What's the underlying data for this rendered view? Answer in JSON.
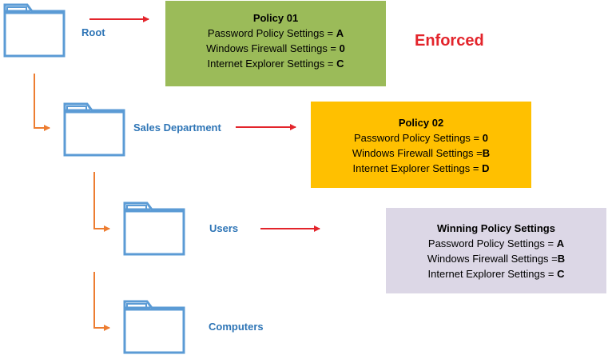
{
  "nodes": {
    "root": "Root",
    "sales": "Sales Department",
    "users": "Users",
    "computers": "Computers"
  },
  "policy01": {
    "title": "Policy 01",
    "password_label": "Password Policy Settings = ",
    "password_value": "A",
    "firewall_label": "Windows Firewall Settings = ",
    "firewall_value": "0",
    "ie_label": "Internet Explorer Settings = ",
    "ie_value": "C"
  },
  "policy02": {
    "title": "Policy 02",
    "password_label": "Password Policy Settings = ",
    "password_value": "0",
    "firewall_label": "Windows Firewall Settings =",
    "firewall_value": "B",
    "ie_label": "Internet Explorer Settings = ",
    "ie_value": "D"
  },
  "winning": {
    "title": "Winning Policy Settings",
    "password_label": "Password Policy Settings = ",
    "password_value": "A",
    "firewall_label": "Windows Firewall Settings =",
    "firewall_value": "B",
    "ie_label": "Internet Explorer Settings = ",
    "ie_value": "C"
  },
  "enforced": "Enforced",
  "colors": {
    "folder": "#5b9bd5",
    "label": "#2e75b6",
    "arrow_red": "#e3242b",
    "arrow_orange": "#ed7d31",
    "policy01_bg": "#9bbb59",
    "policy02_bg": "#ffc000",
    "winning_bg": "#dcd7e6"
  }
}
